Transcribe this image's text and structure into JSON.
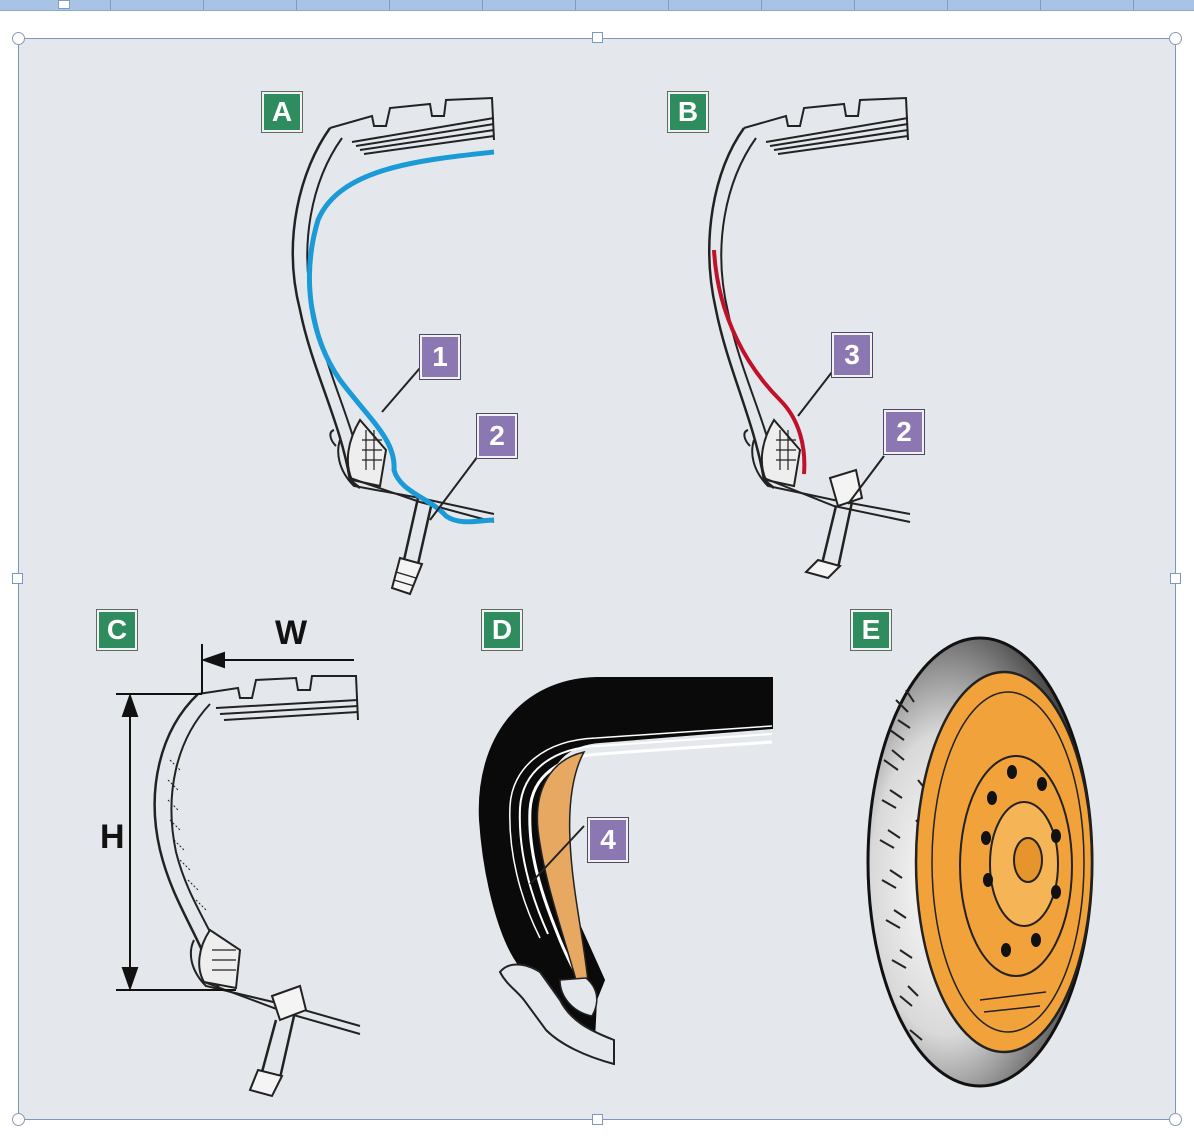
{
  "panels": {
    "a": {
      "label": "A"
    },
    "b": {
      "label": "B"
    },
    "c": {
      "label": "C"
    },
    "d": {
      "label": "D"
    },
    "e": {
      "label": "E"
    }
  },
  "callouts": {
    "a_1": "1",
    "a_2": "2",
    "b_3": "3",
    "b_2": "2",
    "d_4": "4"
  },
  "dimensions": {
    "width": "W",
    "height": "H"
  },
  "colors": {
    "background": "#e4e8ec",
    "panel_label": "#2f8c5e",
    "callout": "#8b78b3",
    "inner_tube_line": "#1a9ad6",
    "inner_liner_line": "#c0102a",
    "sealant_fill": "#e7a862",
    "wheel_rim": "#f2a23a"
  }
}
